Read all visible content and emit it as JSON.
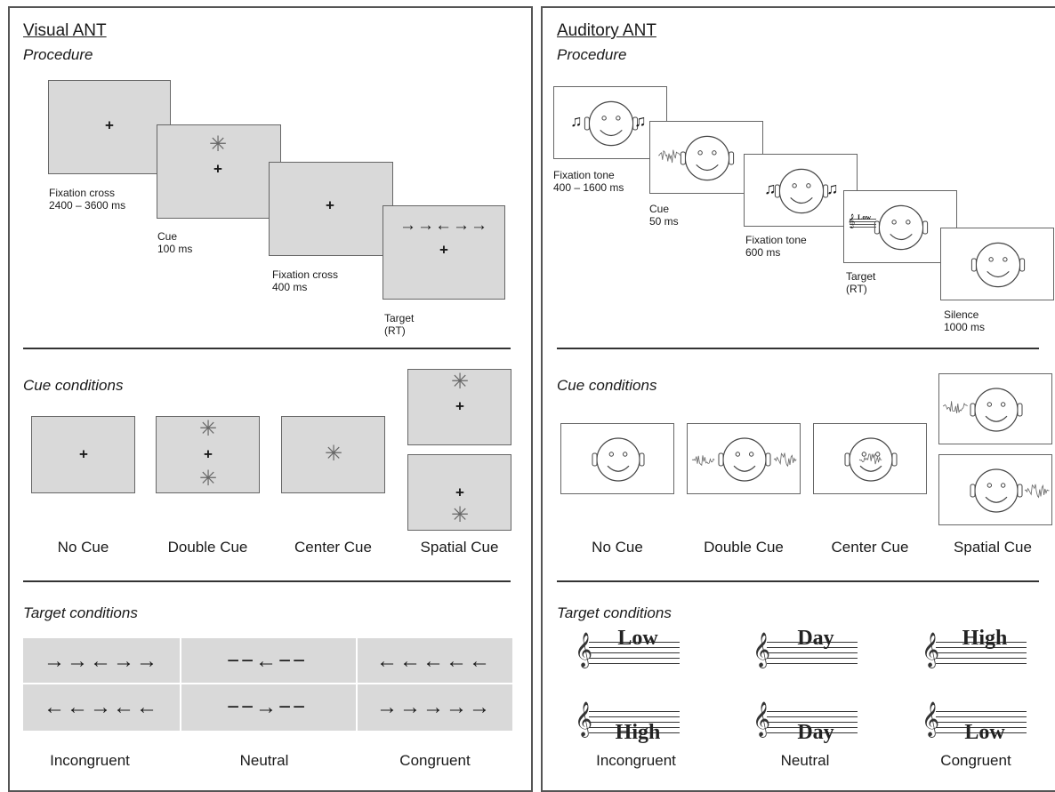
{
  "visual": {
    "title": "Visual ANT",
    "procedure": "Procedure",
    "steps": [
      {
        "name": "Fixation cross",
        "time": "2400 – 3600 ms"
      },
      {
        "name": "Cue",
        "time": "100 ms"
      },
      {
        "name": "Fixation cross",
        "time": "400 ms"
      },
      {
        "name": "Target",
        "time": "(RT)"
      }
    ],
    "fixation_symbol": "+",
    "cue_symbol": "✳",
    "target_arrows": "→→←→→",
    "cue_conditions": "Cue conditions",
    "cue_labels": [
      "No Cue",
      "Double Cue",
      "Center Cue",
      "Spatial Cue"
    ],
    "target_conditions": "Target conditions",
    "target_rows": [
      [
        "→→←→→",
        "−−←−−",
        "←←←←←"
      ],
      [
        "←←→←←",
        "−−→−−",
        "→→→→→"
      ]
    ],
    "target_labels": [
      "Incongruent",
      "Neutral",
      "Congruent"
    ]
  },
  "auditory": {
    "title": "Auditory ANT",
    "procedure": "Procedure",
    "steps": [
      {
        "name": "Fixation tone",
        "time": "400 – 1600 ms"
      },
      {
        "name": "Cue",
        "time": "50 ms"
      },
      {
        "name": "Fixation tone",
        "time": "600 ms"
      },
      {
        "name": "Target",
        "time": "(RT)"
      },
      {
        "name": "Silence",
        "time": "1000 ms"
      }
    ],
    "note_symbol": "♫",
    "treble_symbol": "𝄞",
    "small_target_word": "Low",
    "cue_conditions": "Cue conditions",
    "cue_labels": [
      "No Cue",
      "Double Cue",
      "Center Cue",
      "Spatial Cue"
    ],
    "target_conditions": "Target conditions",
    "target_words": [
      [
        {
          "word": "Low",
          "pos": "high"
        },
        {
          "word": "Day",
          "pos": "high"
        },
        {
          "word": "High",
          "pos": "high"
        }
      ],
      [
        {
          "word": "High",
          "pos": "low"
        },
        {
          "word": "Day",
          "pos": "low"
        },
        {
          "word": "Low",
          "pos": "low"
        }
      ]
    ],
    "target_labels": [
      "Incongruent",
      "Neutral",
      "Congruent"
    ]
  }
}
